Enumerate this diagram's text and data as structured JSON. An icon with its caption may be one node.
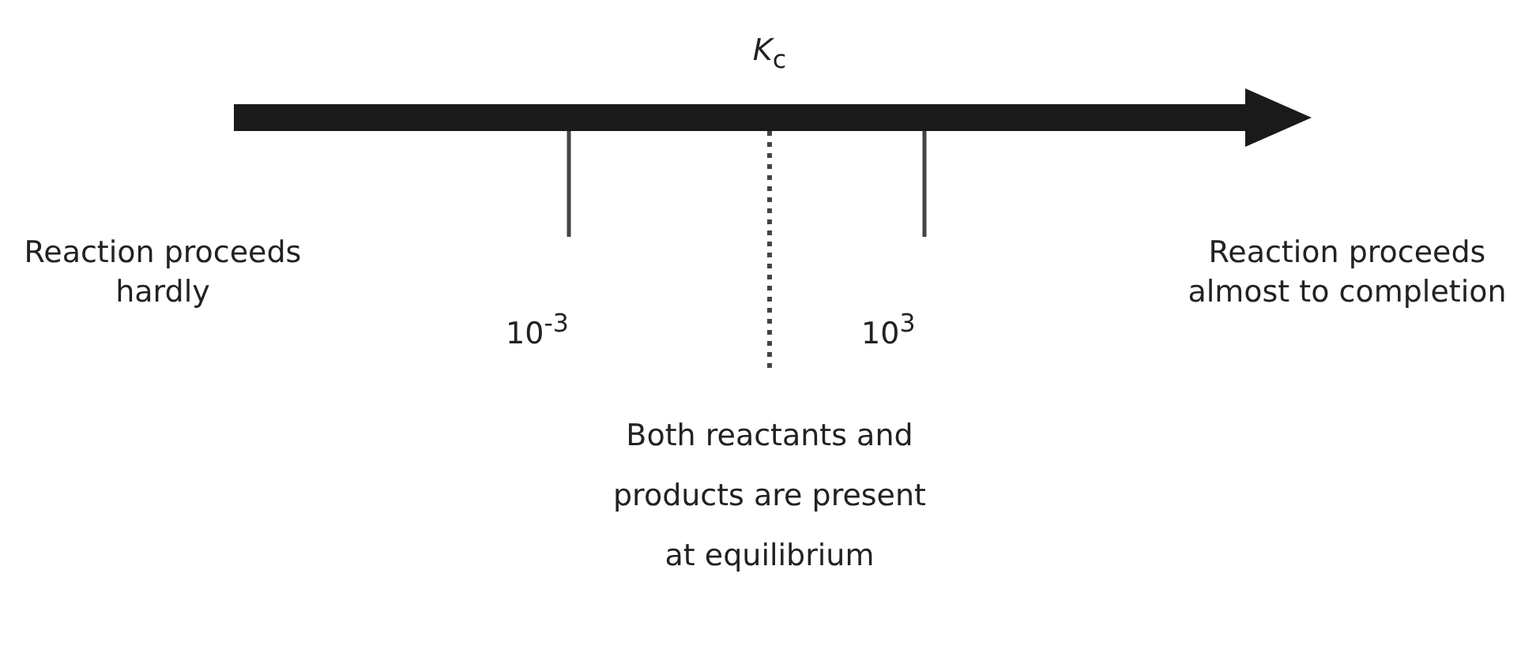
{
  "diagram": {
    "labels": [
      "*K*$_{c}$",
      "Reaction proceeds hardly",
      "10$^{-3}$",
      "10$^{3}$",
      "Reaction proceeds almost to completion",
      "Both reactants and products are present at equilibrium"
    ]
  }
}
